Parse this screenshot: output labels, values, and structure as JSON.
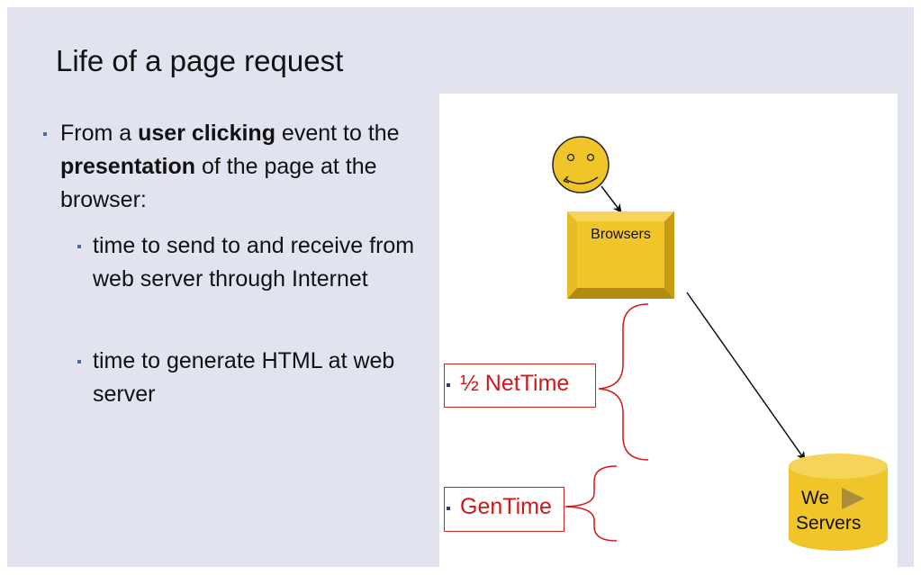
{
  "slide": {
    "title": "Life of a page request",
    "bullet1": {
      "part1": "From a ",
      "bold1": "user clicking",
      "part2": " event to the ",
      "bold2": "presentation",
      "part3": " of the page at the browser:"
    },
    "sub_bullets": [
      "time to send to and receive from web server through Internet",
      "time to generate HTML at web server"
    ]
  },
  "diagram": {
    "browsers_label": "Browsers",
    "nettime_label": "½ NetTime",
    "gentime_label": "GenTime",
    "servers_line1": "We",
    "servers_line2": "Servers",
    "colors": {
      "gold": "#f0c52a",
      "gold_dark": "#c9a012",
      "red": "#d01818",
      "marker": "#4f6aa8"
    }
  }
}
